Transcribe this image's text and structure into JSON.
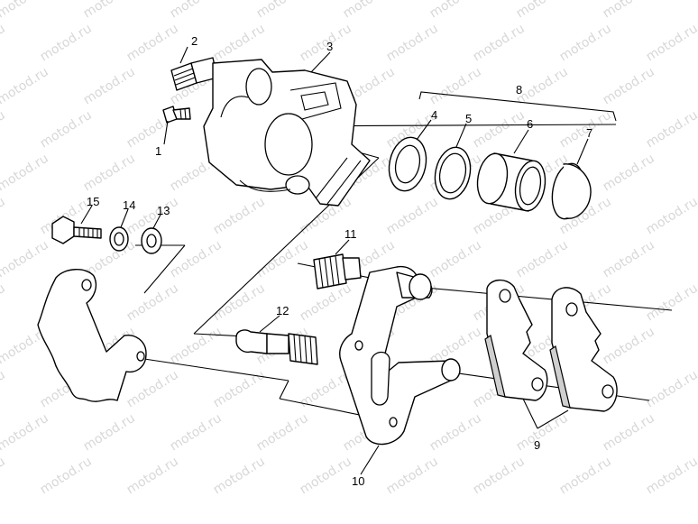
{
  "watermark": "motod.ru",
  "callouts": [
    {
      "id": "1",
      "text": "1"
    },
    {
      "id": "2",
      "text": "2"
    },
    {
      "id": "3",
      "text": "3"
    },
    {
      "id": "4",
      "text": "4"
    },
    {
      "id": "5",
      "text": "5"
    },
    {
      "id": "6",
      "text": "6"
    },
    {
      "id": "7",
      "text": "7"
    },
    {
      "id": "8",
      "text": "8"
    },
    {
      "id": "9",
      "text": "9"
    },
    {
      "id": "10",
      "text": "10"
    },
    {
      "id": "11",
      "text": "11"
    },
    {
      "id": "12",
      "text": "12"
    },
    {
      "id": "13",
      "text": "13"
    },
    {
      "id": "14",
      "text": "14"
    },
    {
      "id": "15",
      "text": "15"
    }
  ]
}
